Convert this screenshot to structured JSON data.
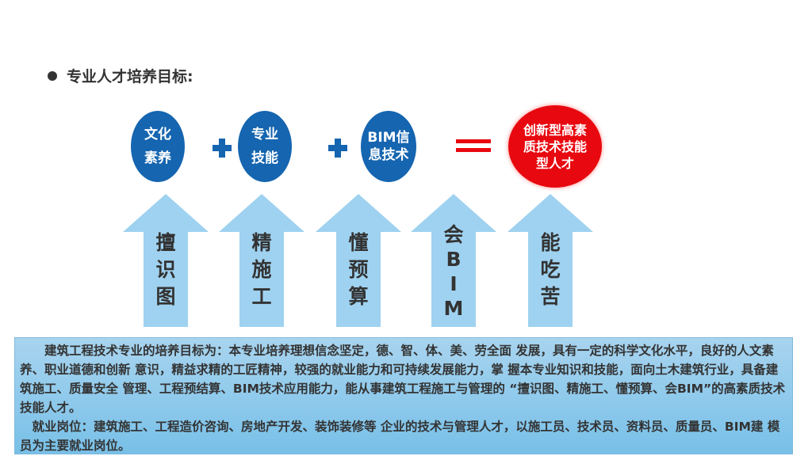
{
  "title": "专业人才培养目标:",
  "circles": [
    {
      "line1": "文化",
      "line2": "素养"
    },
    {
      "line1": "专业",
      "line2": "技能"
    },
    {
      "line1": "BIM信",
      "line2": "息技术"
    }
  ],
  "result": {
    "line1": "创新型高素",
    "line2": "质技术技能",
    "line3": "型人才"
  },
  "arrows": [
    {
      "text": "擅识图"
    },
    {
      "text": "精施工"
    },
    {
      "text": "懂预算"
    },
    {
      "text": "会BIM"
    },
    {
      "text": "能吃苦"
    }
  ],
  "description": {
    "paragraph1": "　　建筑工程技术专业的培养目标为：本专业培养理想信念坚定，德、智、体、美、劳全面 发展，具有一定的科学文化水平，良好的人文素养、职业道德和创新 意识，精益求精的工匠精神，较强的就业能力和可持续发展能力，掌 握本专业知识和技能，面向土木建筑行业，具备建筑施工、质量安全 管理、工程预结算、BIM技术应用能力，能从事建筑工程施工与管理的 “擅识图、精施工、懂预算、会BIM”的高素质技术技能人才。",
    "paragraph2": "　就业岗位：建筑施工、工程造价咨询、房地产开发、装饰装修等 企业的技术与管理人才，以施工员、技术员、资料员、质量员、BIM建 模员为主要就业岗位。"
  },
  "colors": {
    "blue": "#1565b0",
    "red": "#e8080f",
    "arrow": "#9fd2f0"
  }
}
